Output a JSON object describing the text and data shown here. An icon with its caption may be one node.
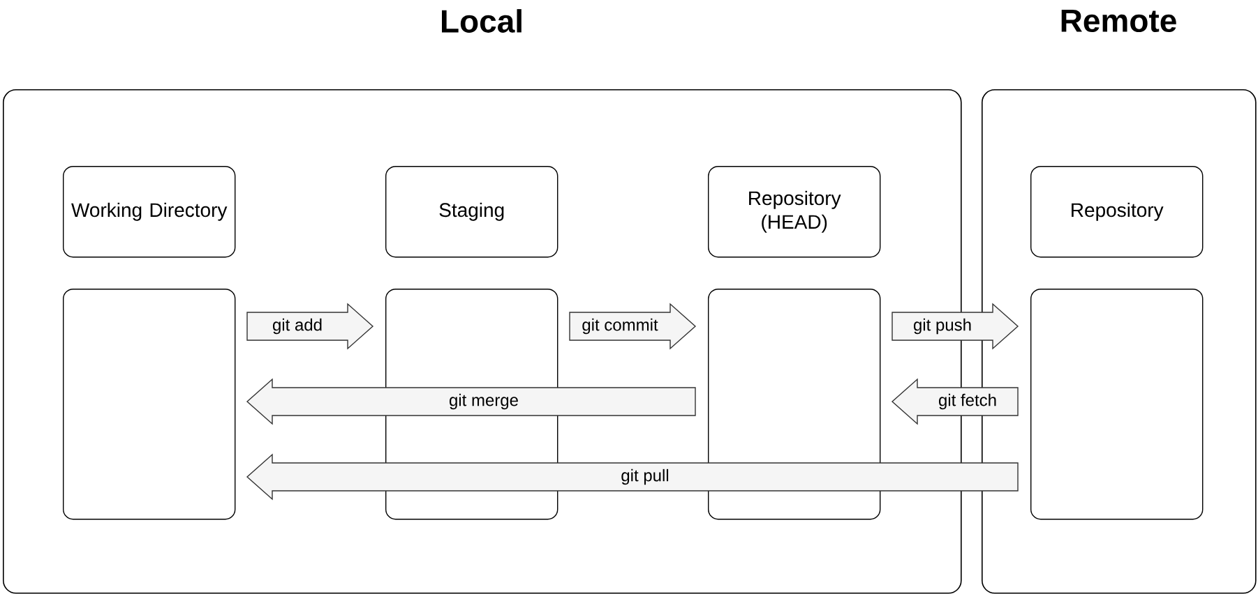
{
  "diagram": {
    "nodes": [
      {
        "text": [
          "Local"
        ]
      },
      {
        "text": [
          "Working Directory"
        ],
        "in": 0
      },
      {
        "text": [
          "Staging"
        ],
        "in": 0
      },
      {
        "text": [
          "Repository (HEAD)"
        ],
        "in": 0
      },
      {
        "text": [],
        "shape": "box",
        "in": 0
      },
      {
        "text": [],
        "shape": "box",
        "in": 0
      },
      {
        "text": [],
        "shape": "box",
        "in": 0
      },
      {
        "text": [
          "Remote"
        ]
      },
      {
        "text": [
          "Repository"
        ],
        "in": 7
      },
      {
        "text": [],
        "shape": "box",
        "in": 7
      }
    ],
    "edges": [
      {
        "from": 4,
        "to": 5,
        "arrow": "to",
        "label": "git add"
      },
      {
        "from": 5,
        "to": 6,
        "arrow": "to",
        "label": "git commit"
      },
      {
        "from": 6,
        "to": 9,
        "arrow": "to",
        "label": "git push"
      },
      {
        "from": 6,
        "to": 4,
        "arrow": "to",
        "label": "git merge"
      },
      {
        "from": 9,
        "to": 6,
        "arrow": "to",
        "label": "git fetch"
      },
      {
        "from": 9,
        "to": 4,
        "arrow": "to",
        "label": "git pull"
      }
    ]
  }
}
